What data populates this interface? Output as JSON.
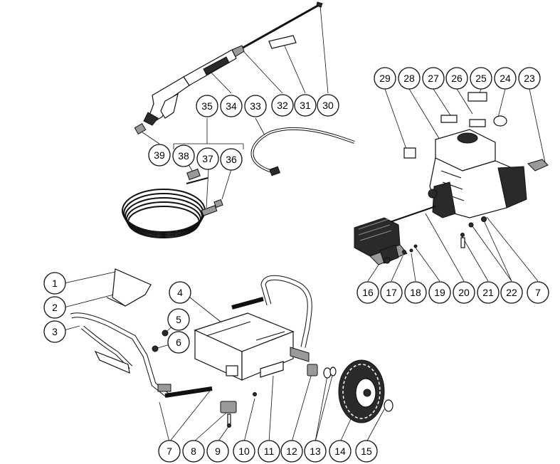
{
  "callouts": [
    {
      "label": "1"
    },
    {
      "label": "2"
    },
    {
      "label": "3"
    },
    {
      "label": "4"
    },
    {
      "label": "5"
    },
    {
      "label": "6"
    },
    {
      "label": "7"
    },
    {
      "label": "8"
    },
    {
      "label": "9"
    },
    {
      "label": "10"
    },
    {
      "label": "11"
    },
    {
      "label": "12"
    },
    {
      "label": "13"
    },
    {
      "label": "14"
    },
    {
      "label": "15"
    },
    {
      "label": "16"
    },
    {
      "label": "17"
    },
    {
      "label": "18"
    },
    {
      "label": "19"
    },
    {
      "label": "20"
    },
    {
      "label": "21"
    },
    {
      "label": "22"
    },
    {
      "label": "7"
    },
    {
      "label": "23"
    },
    {
      "label": "24"
    },
    {
      "label": "25"
    },
    {
      "label": "26"
    },
    {
      "label": "27"
    },
    {
      "label": "28"
    },
    {
      "label": "29"
    },
    {
      "label": "30"
    },
    {
      "label": "31"
    },
    {
      "label": "32"
    },
    {
      "label": "33"
    },
    {
      "label": "34"
    },
    {
      "label": "35"
    },
    {
      "label": "36"
    },
    {
      "label": "37"
    },
    {
      "label": "38"
    },
    {
      "label": "39"
    }
  ]
}
